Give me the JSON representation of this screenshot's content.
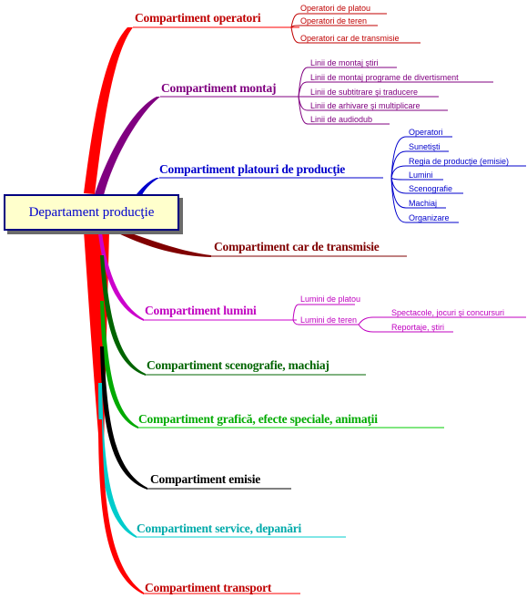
{
  "root": {
    "label": "Departament producţie"
  },
  "colors": {
    "operatori": "#c00000",
    "montaj": "#800080",
    "platouri": "#0000cc",
    "car": "#800000",
    "lumini": "#c000c0",
    "scenografie": "#006400",
    "grafica": "#00aa00",
    "emisie": "#000000",
    "service": "#00cccc",
    "transport": "#c00000"
  },
  "branches": {
    "operatori": {
      "label": "Compartiment operatori",
      "children": [
        "Operatori de platou",
        "Operatori de teren",
        "Operatori car de transmisie"
      ]
    },
    "montaj": {
      "label": "Compartiment montaj",
      "children": [
        "Linii de montaj ştiri",
        "Linii de montaj programe de divertisment",
        "Linii de subtitrare şi traducere",
        "Linii de arhivare şi multiplicare",
        "Linii de audiodub"
      ]
    },
    "platouri": {
      "label": "Compartiment platouri de producţie",
      "children": [
        "Operatori",
        "Sunetişti",
        "Regia de producţie (emisie)",
        "Lumini",
        "Scenografie",
        "Machiaj",
        "Organizare"
      ]
    },
    "car": {
      "label": "Compartiment car de transmisie"
    },
    "lumini": {
      "label": "Compartiment lumini",
      "children": [
        "Lumini de platou",
        "Lumini de teren"
      ],
      "grandchildren": [
        "Spectacole, jocuri şi concursuri",
        "Reportaje, ştiri"
      ]
    },
    "scenografie": {
      "label": "Compartiment scenografie, machiaj"
    },
    "grafica": {
      "label": "Compartiment grafică, efecte speciale, animaţii"
    },
    "emisie": {
      "label": "Compartiment emisie"
    },
    "service": {
      "label": "Compartiment service, depanări"
    },
    "transport": {
      "label": "Compartiment transport"
    }
  }
}
